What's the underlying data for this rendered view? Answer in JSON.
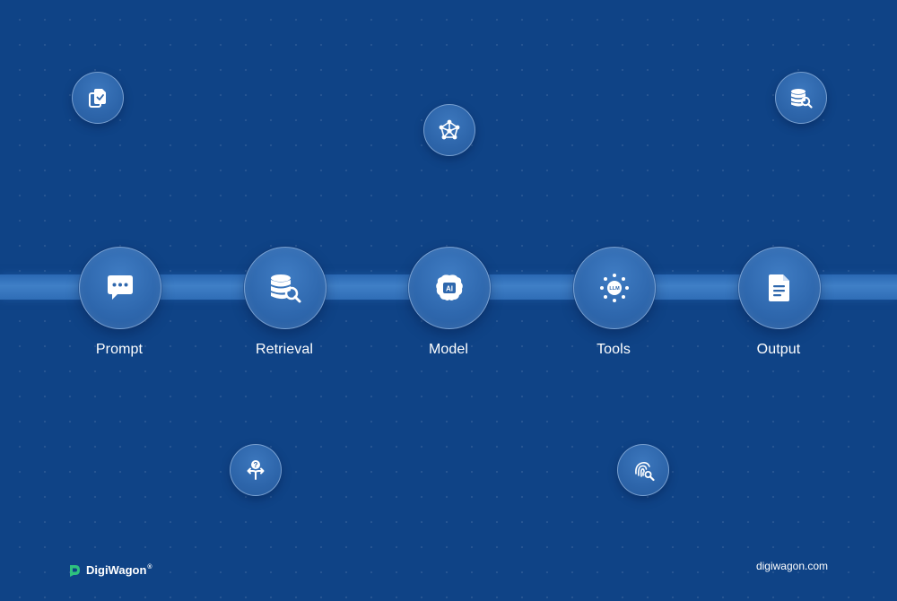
{
  "pipeline": {
    "steps": [
      {
        "label": "Prompt",
        "icon": "chat-bubble-icon"
      },
      {
        "label": "Retrieval",
        "icon": "database-search-icon"
      },
      {
        "label": "Model",
        "icon": "ai-brain-icon"
      },
      {
        "label": "Tools",
        "icon": "llm-hub-icon"
      },
      {
        "label": "Output",
        "icon": "document-icon"
      }
    ],
    "llm_badge": "LLM",
    "ai_badge": "AI"
  },
  "floating_icons": [
    "copy-documents-icon",
    "network-icon",
    "database-search-icon",
    "decision-question-icon",
    "fingerprint-search-icon"
  ],
  "footer": {
    "brand": "DigiWagon",
    "brand_mark": "®",
    "website": "digiwagon.com"
  },
  "colors": {
    "background": "#0f4386",
    "node": "#2e67ad",
    "brand_green": "#2ec27e"
  }
}
